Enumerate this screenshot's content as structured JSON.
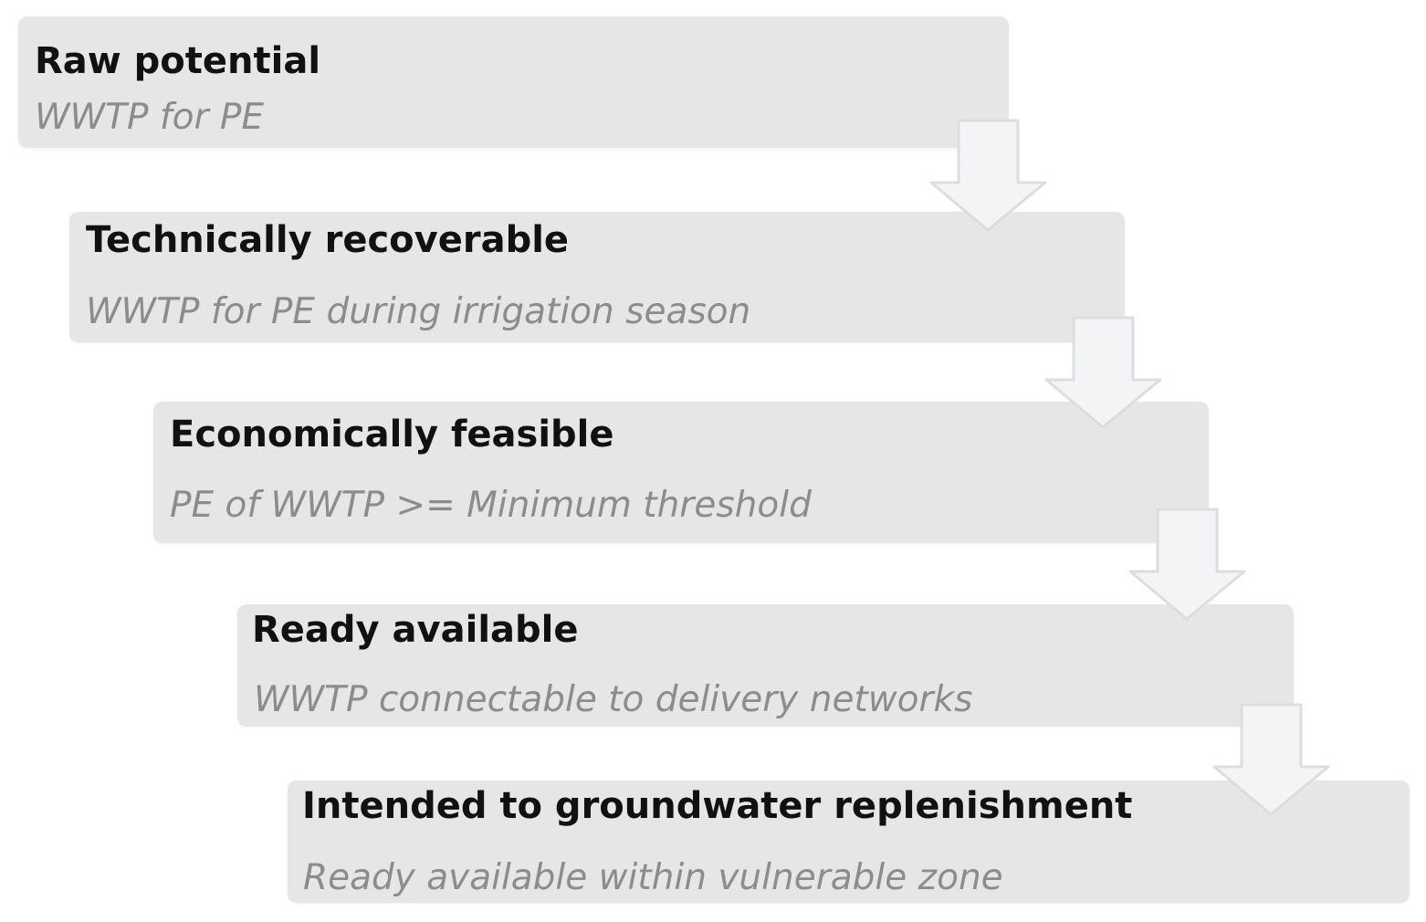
{
  "diagram": {
    "steps": [
      {
        "title": "Raw potential",
        "description": "WWTP for PE"
      },
      {
        "title": "Technically recoverable",
        "description": "WWTP for PE during irrigation season"
      },
      {
        "title": "Economically feasible",
        "description": "PE of WWTP >= Minimum threshold"
      },
      {
        "title": "Ready available",
        "description": "WWTP connectable to delivery networks"
      },
      {
        "title": "Intended to groundwater replenishment",
        "description": "Ready available within vulnerable zone"
      }
    ],
    "colors": {
      "box_fill": "#e6e6e6",
      "title_text": "#111111",
      "description_text": "#8c8c8c",
      "arrow_fill": "#f3f4f6",
      "arrow_stroke": "#dcdde0"
    },
    "connector_icon": "down-arrow-icon"
  }
}
